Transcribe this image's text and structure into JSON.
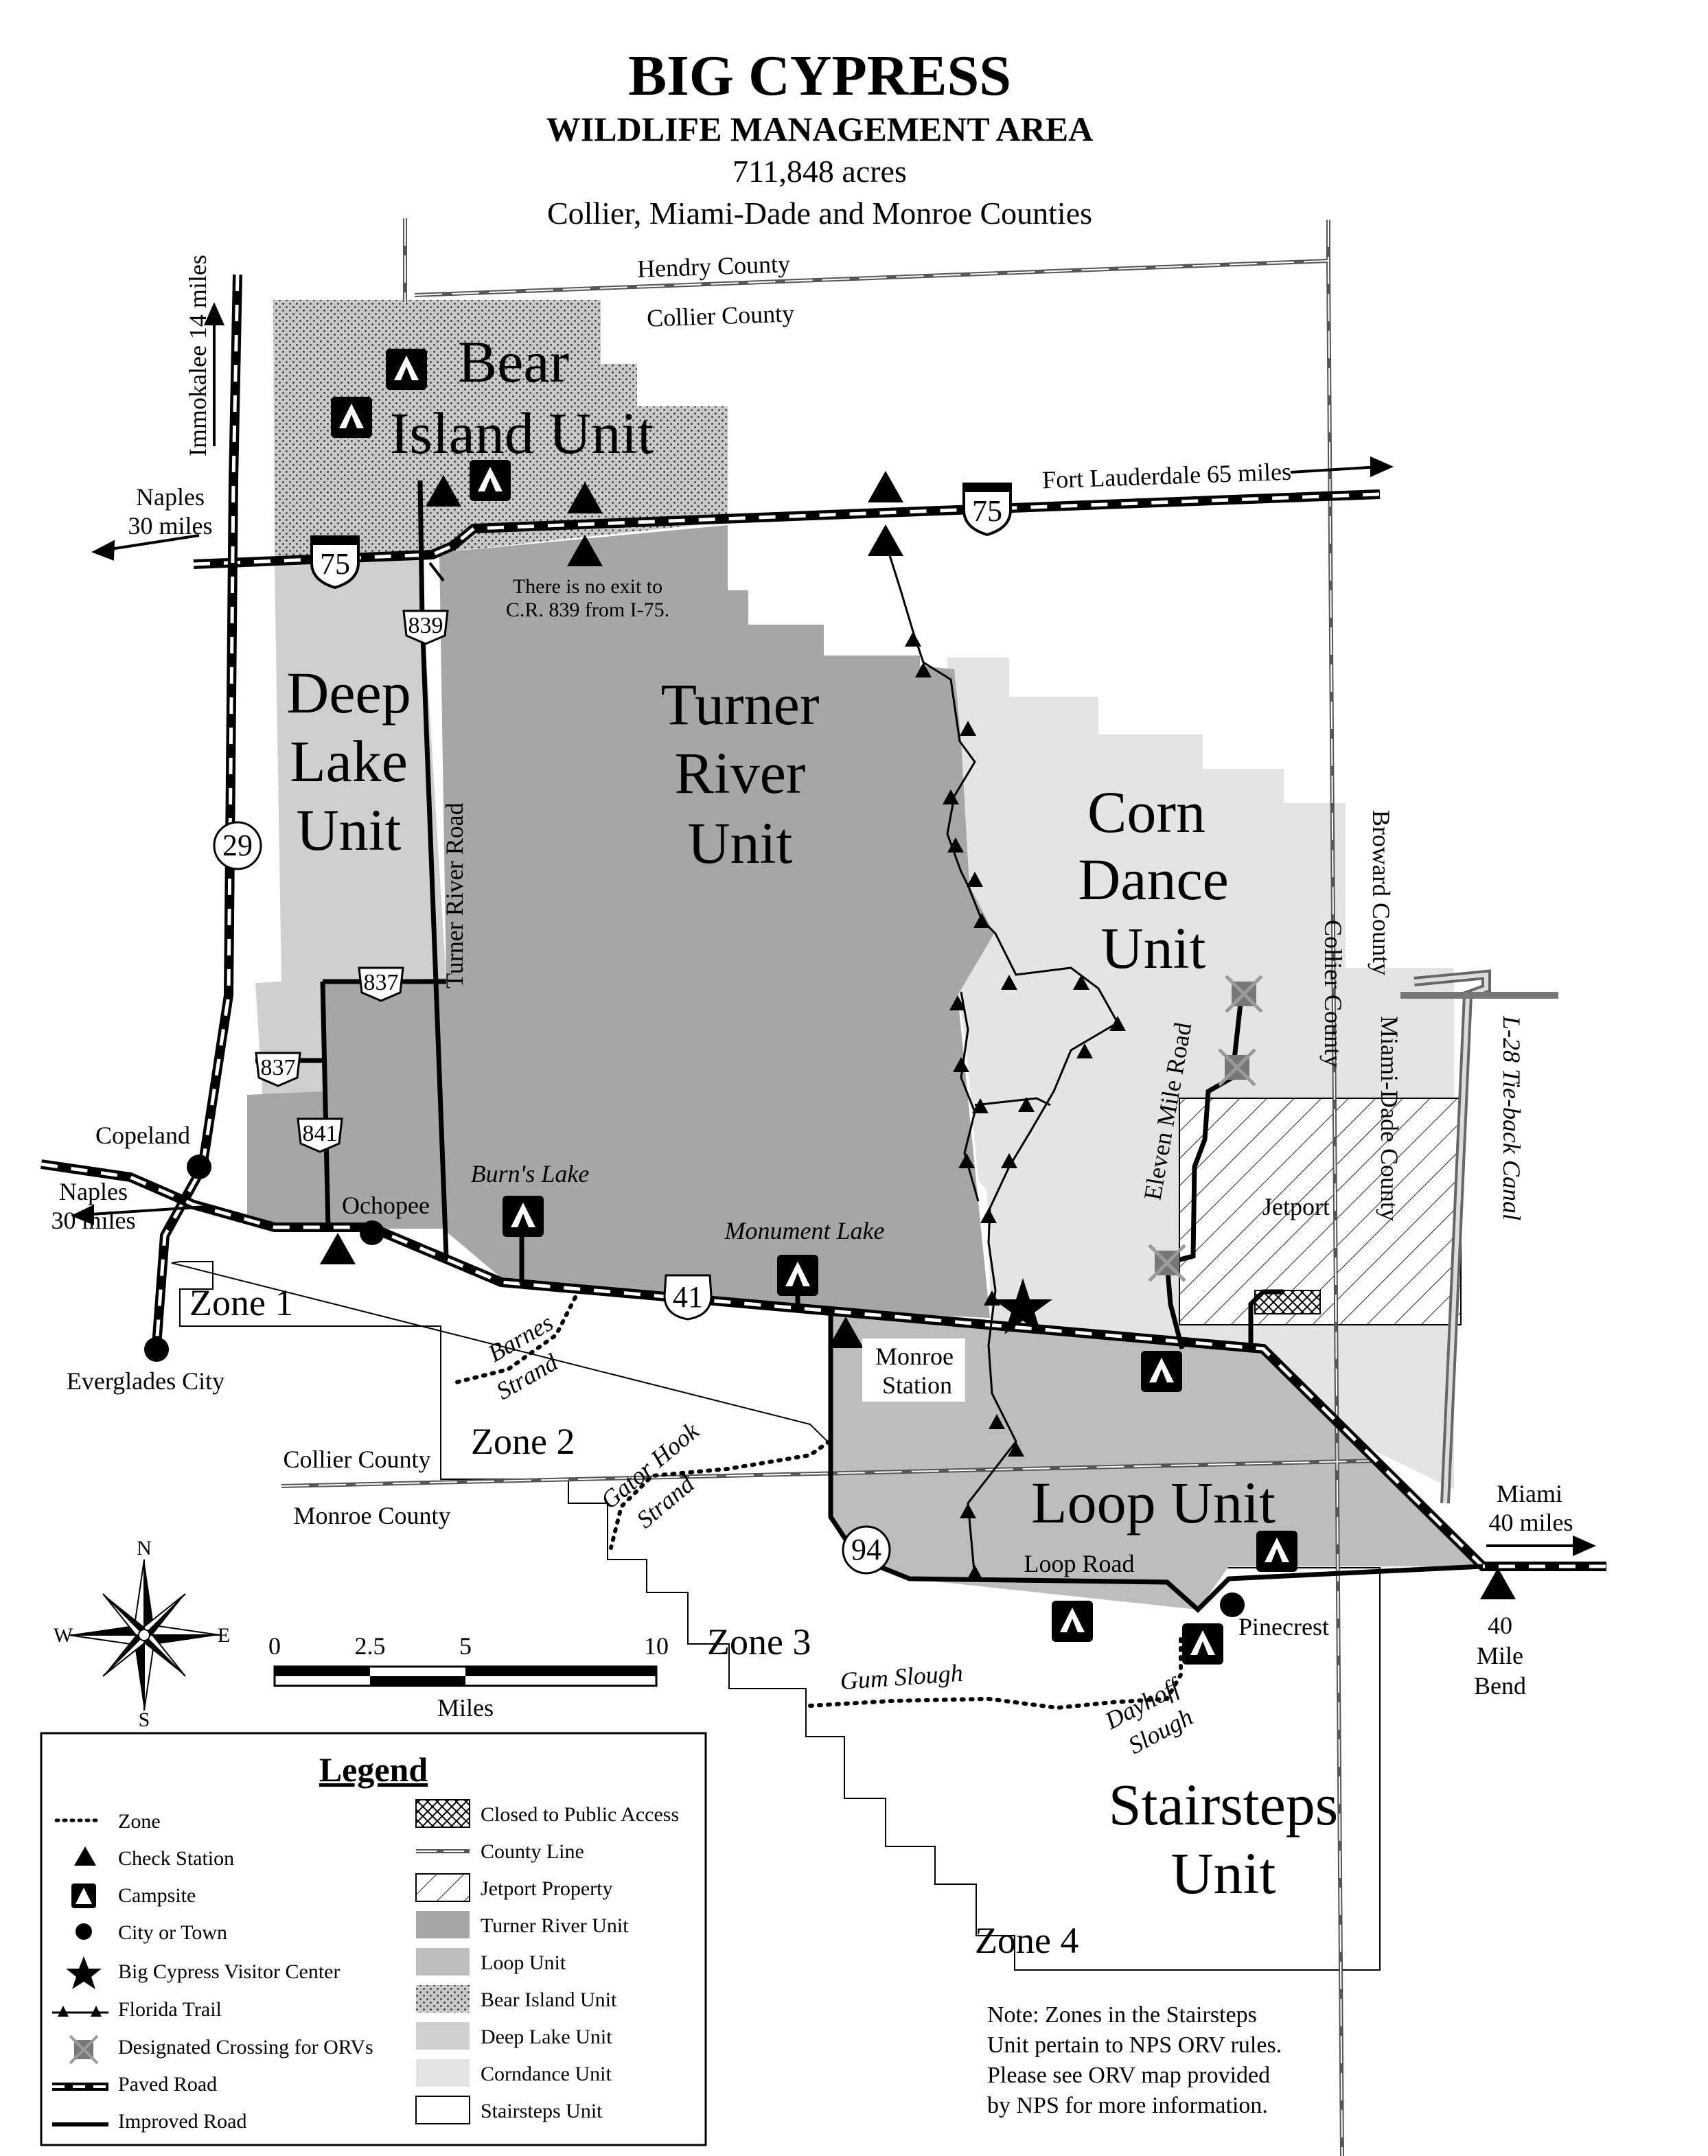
{
  "title": "BIG CYPRESS",
  "subtitle": "WILDLIFE MANAGEMENT AREA",
  "acres": "711,848 acres",
  "counties": "Collier, Miami-Dade and Monroe Counties",
  "units": {
    "bear_island": [
      "Bear",
      "Island Unit"
    ],
    "deep_lake": [
      "Deep",
      "Lake",
      "Unit"
    ],
    "turner_river": [
      "Turner",
      "River",
      "Unit"
    ],
    "corn_dance": [
      "Corn",
      "Dance",
      "Unit"
    ],
    "loop": "Loop Unit",
    "stairsteps": [
      "Stairsteps",
      "Unit"
    ]
  },
  "zones": {
    "z1": "Zone 1",
    "z2": "Zone 2",
    "z3": "Zone 3",
    "z4": "Zone 4"
  },
  "counties_labels": {
    "hendry": "Hendry County",
    "collier_top": "Collier County",
    "collier_mid": "Collier County",
    "monroe": "Monroe County",
    "broward": "Broward County",
    "collier_vert": "Collier County",
    "miami_dade": "Miami-Dade County"
  },
  "places": {
    "immokalee": "Immokalee 14 miles",
    "naples_top": [
      "Naples",
      "30 miles"
    ],
    "naples_bottom": [
      "Naples",
      "30 miles"
    ],
    "fort_lauderdale": "Fort Lauderdale 65 miles",
    "copeland": "Copeland",
    "ochopee": "Ochopee",
    "everglades_city": "Everglades City",
    "monroe_station": [
      "Monroe",
      "Station"
    ],
    "pinecrest": "Pinecrest",
    "miami": [
      "Miami",
      "40 miles"
    ],
    "forty_mile_bend": [
      "40",
      "Mile",
      "Bend"
    ],
    "jetport": "Jetport"
  },
  "roads": {
    "i75": "75",
    "i75_east": "75",
    "cr839": "839",
    "sr29": "29",
    "cr837_a": "837",
    "cr837_b": "837",
    "cr841": "841",
    "us41": "41",
    "sr94": "94",
    "turner_river_road": "Turner River Road",
    "eleven_mile_road": "Eleven Mile Road",
    "loop_road": "Loop Road",
    "l28": "L-28 Tie-back Canal"
  },
  "no_exit_note": [
    "There is no exit to",
    "C.R. 839 from I-75."
  ],
  "water": {
    "burns_lake": "Burn's Lake",
    "monument_lake": "Monument Lake",
    "barnes": "Barnes",
    "strand1": "Strand",
    "gator_hook": "Gator Hook",
    "strand2": "Strand",
    "gum_slough": "Gum Slough",
    "dayhoff": "Dayhoff",
    "slough": "Slough"
  },
  "compass": {
    "n": "N",
    "s": "S",
    "e": "E",
    "w": "W"
  },
  "scale": {
    "ticks": [
      "0",
      "2.5",
      "5",
      "10"
    ],
    "label": "Miles"
  },
  "legend": {
    "title": "Legend",
    "left": [
      "Zone",
      "Check Station",
      "Campsite",
      "City or Town",
      "Big Cypress Visitor Center",
      "Florida Trail",
      "Designated Crossing for ORVs",
      "Paved Road",
      "Improved Road"
    ],
    "right": [
      "Closed to Public Access",
      "County Line",
      "Jetport Property",
      "Turner River Unit",
      "Loop Unit",
      "Bear Island Unit",
      "Deep Lake Unit",
      "Corndance Unit",
      "Stairsteps Unit"
    ]
  },
  "note": [
    "Note: Zones in the Stairsteps",
    "Unit pertain to NPS ORV rules.",
    "Please see ORV map provided",
    "by NPS for more information."
  ],
  "colors": {
    "turner_river": "#a6a6a6",
    "loop": "#bdbdbd",
    "deep_lake": "#cfcfcf",
    "corn_dance": "#e4e4e4",
    "bear_island": "#c8c8c8",
    "stairsteps": "#ffffff"
  }
}
